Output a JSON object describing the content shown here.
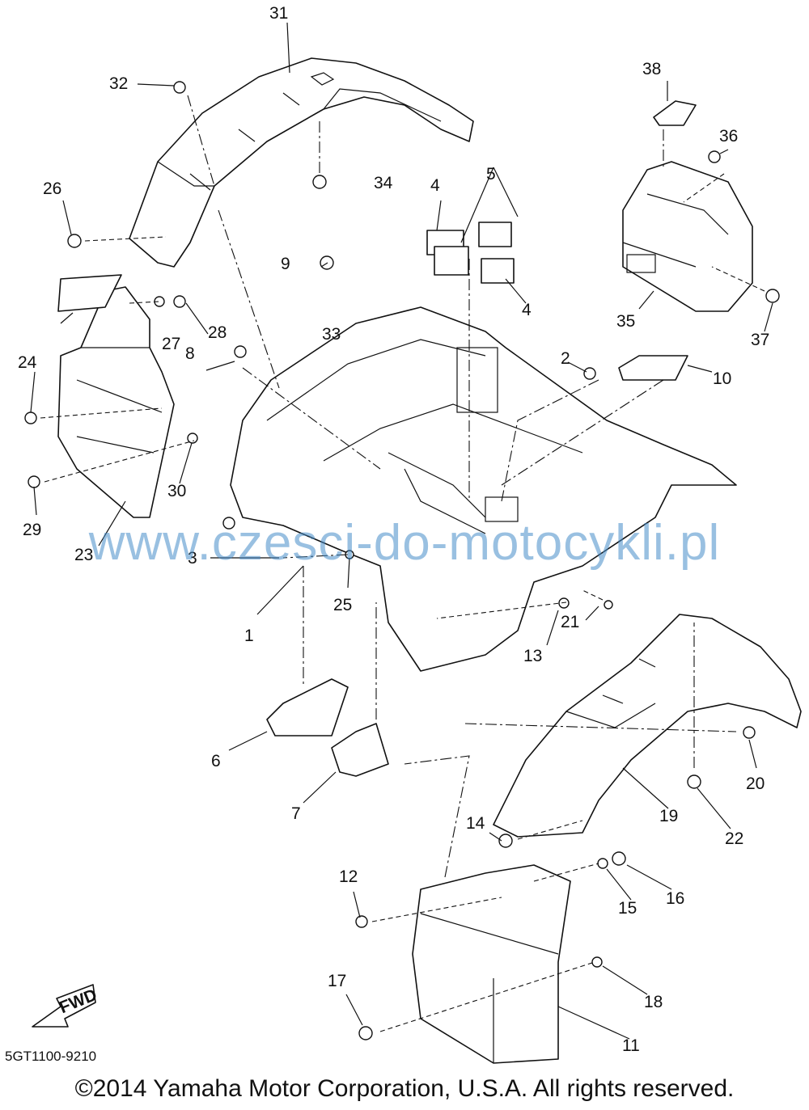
{
  "callouts": [
    "1",
    "2",
    "3",
    "4",
    "4",
    "5",
    "6",
    "7",
    "8",
    "9",
    "10",
    "11",
    "12",
    "13",
    "14",
    "15",
    "16",
    "17",
    "18",
    "19",
    "20",
    "21",
    "22",
    "23",
    "24",
    "25",
    "26",
    "27",
    "28",
    "29",
    "30",
    "31",
    "32",
    "33",
    "34",
    "35",
    "36",
    "37",
    "38"
  ],
  "fwd_label": "FWD",
  "catalog_number": "5GT1100-9210",
  "copyright": "©2014 Yamaha Motor Corporation, U.S.A. All rights reserved.",
  "watermark": "www.czesci-do-motocykli.pl"
}
